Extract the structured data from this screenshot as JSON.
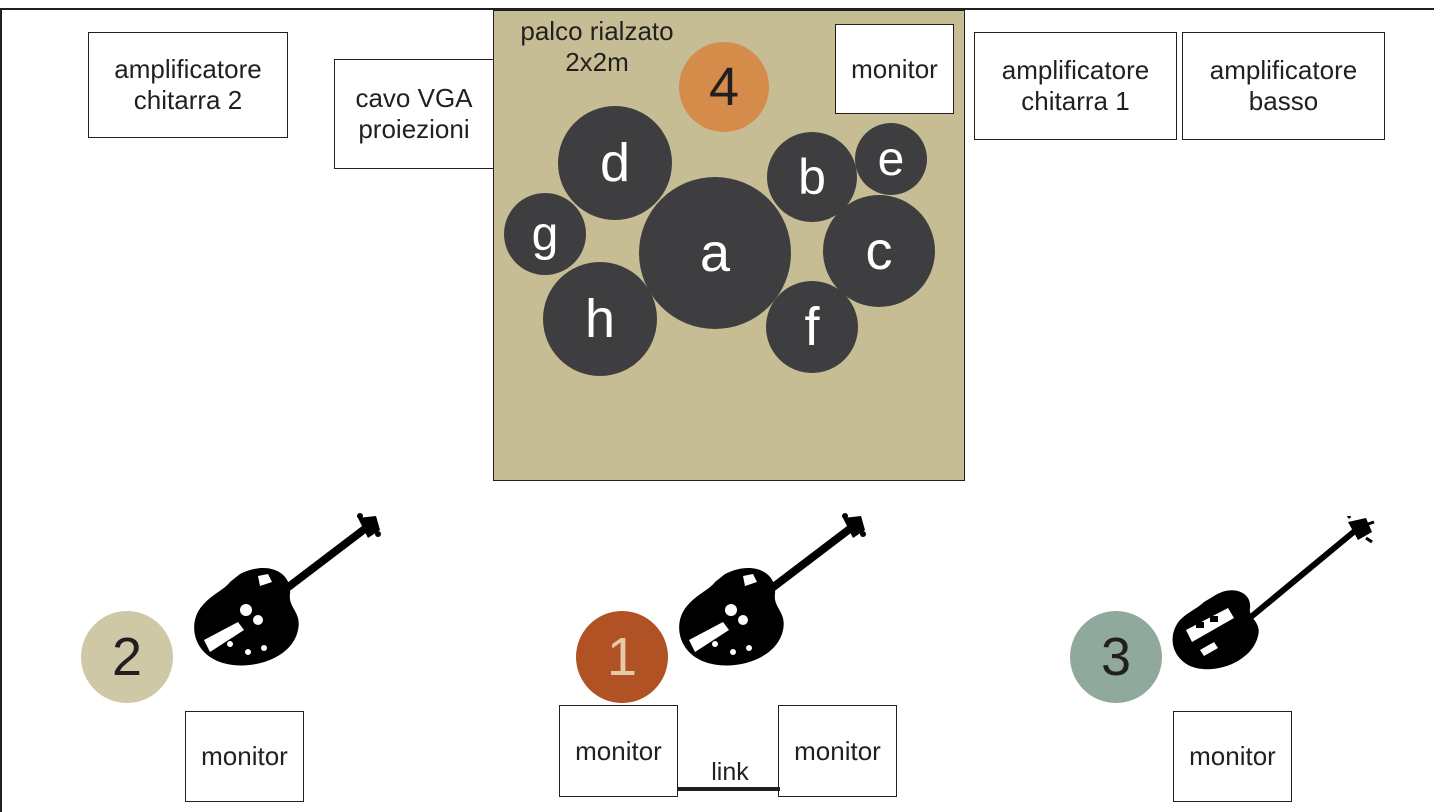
{
  "stage": {
    "label": "palco rialzato\n2x2m"
  },
  "boxes": {
    "amp_guitar2": "amplificatore\nchitarra 2",
    "vga_cable": "cavo VGA\nproiezioni",
    "stage_monitor": "monitor",
    "amp_guitar1": "amplificatore\nchitarra 1",
    "amp_bass": "amplificatore\nbasso",
    "monitor_2": "monitor",
    "monitor_1a": "monitor",
    "monitor_1b": "monitor",
    "monitor_3": "monitor"
  },
  "link_label": "link",
  "drums": {
    "a": "a",
    "b": "b",
    "c": "c",
    "d": "d",
    "e": "e",
    "f": "f",
    "g": "g",
    "h": "h"
  },
  "players": {
    "p1": {
      "number": "1",
      "color": "#b15225",
      "text_color": "#e6c9a8"
    },
    "p2": {
      "number": "2",
      "color": "#cfc8a6",
      "text_color": "#231f20"
    },
    "p3": {
      "number": "3",
      "color": "#8fa99d",
      "text_color": "#231f20"
    },
    "p4": {
      "number": "4",
      "color": "#d58c4a",
      "text_color": "#231f20"
    }
  },
  "instruments": {
    "guitar_2": "electric-guitar-icon",
    "guitar_1": "electric-guitar-icon",
    "bass_3": "violin-bass-icon"
  },
  "colors": {
    "stage": "#c6bd95",
    "drum": "#3e3e40",
    "outline": "#231f20"
  }
}
